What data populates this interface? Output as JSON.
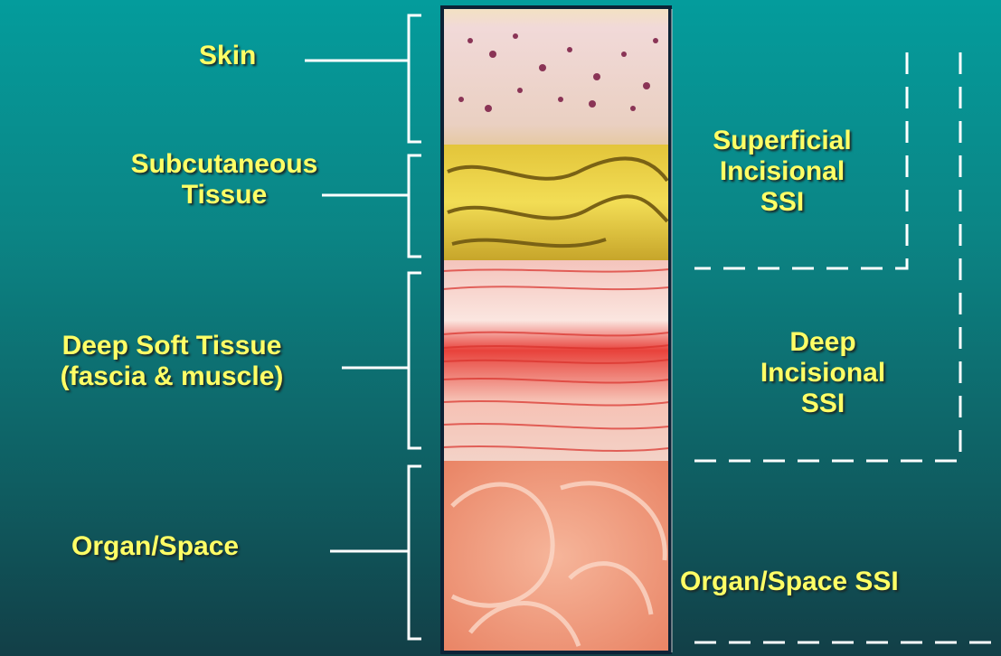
{
  "layers": [
    {
      "name": "Skin",
      "line2": ""
    },
    {
      "name": "Subcutaneous",
      "line2": "Tissue"
    },
    {
      "name": "Deep Soft Tissue",
      "line2": "(fascia & muscle)"
    },
    {
      "name": "Organ/Space",
      "line2": ""
    }
  ],
  "ssi": {
    "superficial": [
      "Superficial",
      "Incisional",
      "SSI"
    ],
    "deep": [
      "Deep",
      "Incisional",
      "SSI"
    ],
    "organ_space": "Organ/Space SSI"
  },
  "colors": {
    "background_top": "#049c9c",
    "background_bottom": "#123f47",
    "label": "#ffff66",
    "lines": "#ffffff"
  }
}
